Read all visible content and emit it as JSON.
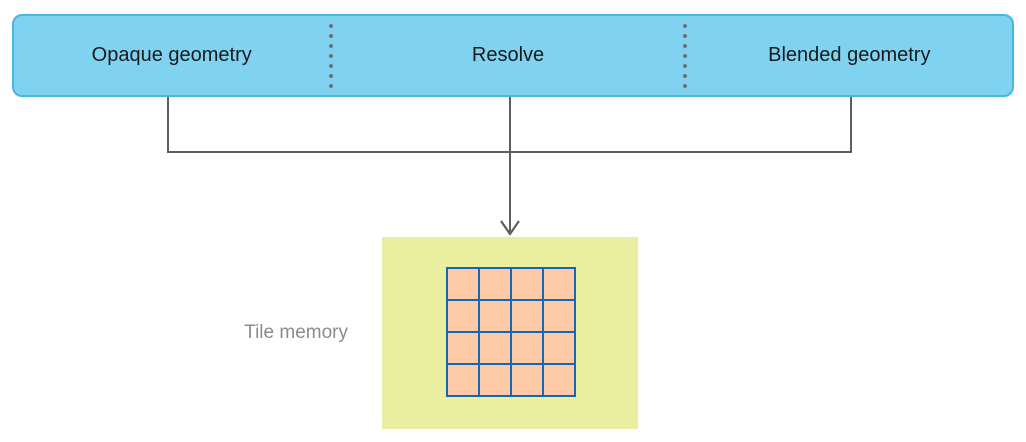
{
  "pipeline_bar": {
    "stages": [
      {
        "label": "Opaque geometry"
      },
      {
        "label": "Resolve"
      },
      {
        "label": "Blended geometry"
      }
    ]
  },
  "tile_memory": {
    "label": "Tile memory",
    "grid": {
      "rows": 4,
      "cols": 4
    }
  },
  "icons": {
    "separator": "dotted-vertical-separator",
    "arrow": "arrow-down-icon"
  },
  "colors": {
    "page-bg": "#FFFFFF",
    "bar-fill": "#7FD3F1",
    "bar-border": "#4AB6E2",
    "bar-text": "#1A1A1A",
    "dot": "#6F6F6F",
    "line": "#5E5E5E",
    "tile-box": "#EAEE9F",
    "cell-fill": "#FEC9A6",
    "grid-line": "#1467B5",
    "label-text": "#8B8B8B"
  }
}
